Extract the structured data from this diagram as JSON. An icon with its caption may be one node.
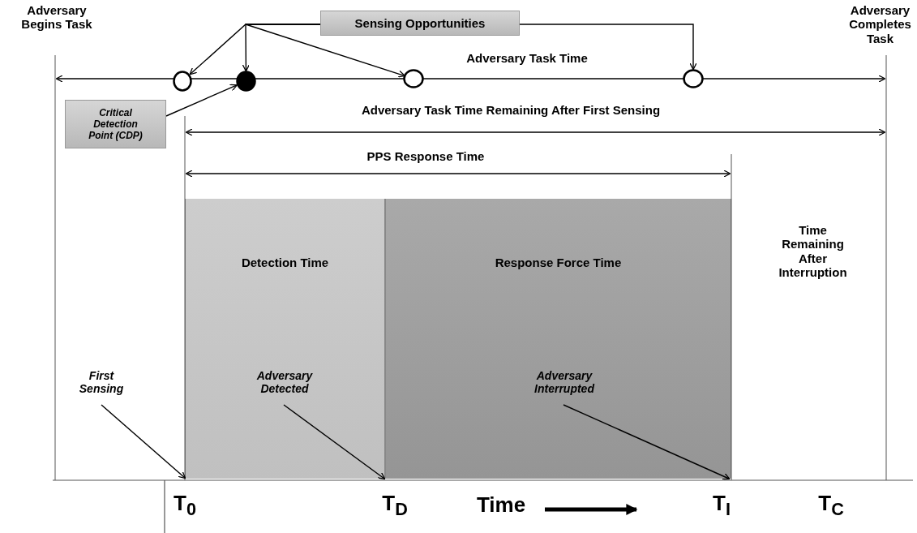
{
  "diagram": {
    "nodes": [
      {
        "text": [
          "Sensing Opportunities"
        ]
      },
      {
        "text": [],
        "shape": "circle"
      },
      {
        "text": [],
        "shape": "circle"
      },
      {
        "text": [],
        "shape": "circle"
      },
      {
        "text": [],
        "shape": "circle"
      },
      {
        "text": [
          "Critical Detection Point (CDP)"
        ]
      },
      {
        "text": [
          "Detection Time"
        ]
      },
      {
        "text": [
          "Response Force Time"
        ]
      },
      {
        "text": [
          "Adversary Detected"
        ],
        "in": 6
      },
      {
        "text": [
          "Adversary Interrupted"
        ],
        "in": 7
      },
      {
        "text": [
          "First Sensing"
        ]
      }
    ],
    "edges": [
      {
        "from": 0,
        "to": 1,
        "arrow": "to"
      },
      {
        "from": 0,
        "to": 2,
        "arrow": "to"
      },
      {
        "from": 0,
        "to": 3,
        "arrow": "to"
      },
      {
        "from": 0,
        "to": 4,
        "arrow": "to"
      },
      {
        "from": 5,
        "to": 2,
        "arrow": "to"
      },
      {
        "from": 10,
        "to": 6,
        "arrow": "to"
      },
      {
        "from": 8,
        "to": null,
        "arrow": "to"
      },
      {
        "from": 9,
        "to": null,
        "arrow": "to"
      }
    ],
    "labels": [
      "Adversary Begins Task",
      "Adversary Completes Task",
      "Adversary Task Time",
      "Adversary Task Time Remaining After First Sensing",
      "PPS Response Time",
      "Time Remaining After Interruption",
      "T$_{0}$",
      "T$_{D}$",
      "Time",
      "T$_{I}$",
      "T$_{C}$"
    ]
  }
}
